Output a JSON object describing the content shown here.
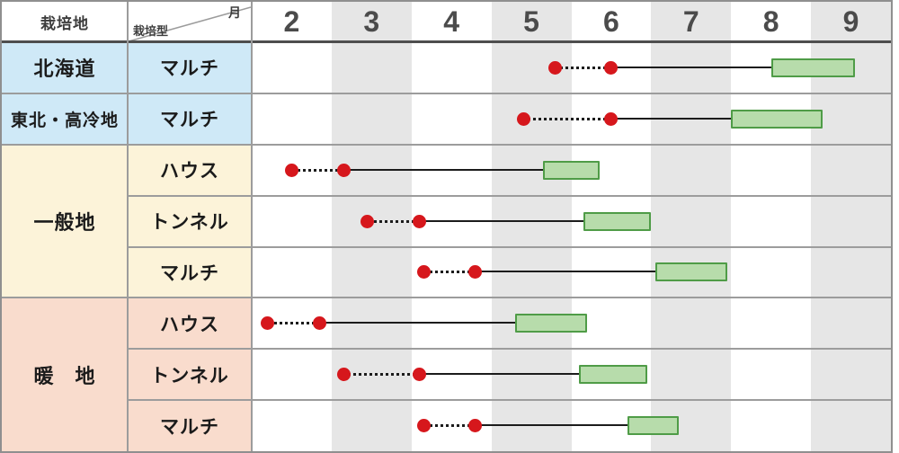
{
  "header": {
    "area_label": "栽培地",
    "type_label": "栽培型",
    "month_label": "月",
    "months": [
      "2",
      "3",
      "4",
      "5",
      "6",
      "7",
      "8",
      "9"
    ]
  },
  "chart_data": {
    "type": "timeline",
    "x_axis": {
      "unit": "month",
      "ticks": [
        2,
        3,
        4,
        5,
        6,
        7,
        8,
        9
      ],
      "range": [
        1.5,
        9.5
      ],
      "shaded_months": [
        3,
        5,
        7,
        9
      ]
    },
    "colors": {
      "dot": "#d6171c",
      "bar_fill": "#b7dcab",
      "bar_border": "#4f9c47",
      "stripe": "#e6e6e6"
    },
    "groups": [
      {
        "area": "北海道",
        "color": "#cfe9f7",
        "rows": [
          {
            "type": "マルチ",
            "sow": [
              5.3,
              6.0
            ],
            "harvest": [
              8.0,
              9.05
            ]
          }
        ]
      },
      {
        "area": "東北・高冷地",
        "color": "#cfe9f7",
        "rows": [
          {
            "type": "マルチ",
            "sow": [
              4.9,
              6.0
            ],
            "harvest": [
              7.5,
              8.65
            ]
          }
        ]
      },
      {
        "area": "一般地",
        "color": "#fcf3d9",
        "rows": [
          {
            "type": "ハウス",
            "sow": [
              2.0,
              2.65
            ],
            "harvest": [
              5.15,
              5.85
            ]
          },
          {
            "type": "トンネル",
            "sow": [
              2.95,
              3.6
            ],
            "harvest": [
              5.65,
              6.5
            ]
          },
          {
            "type": "マルチ",
            "sow": [
              3.65,
              4.3
            ],
            "harvest": [
              6.55,
              7.45
            ]
          }
        ]
      },
      {
        "area": "暖　地",
        "color": "#f9dccd",
        "rows": [
          {
            "type": "ハウス",
            "sow": [
              1.7,
              2.35
            ],
            "harvest": [
              4.8,
              5.7
            ]
          },
          {
            "type": "トンネル",
            "sow": [
              2.65,
              3.6
            ],
            "harvest": [
              5.6,
              6.45
            ]
          },
          {
            "type": "マルチ",
            "sow": [
              3.65,
              4.3
            ],
            "harvest": [
              6.2,
              6.85
            ]
          }
        ]
      }
    ]
  }
}
